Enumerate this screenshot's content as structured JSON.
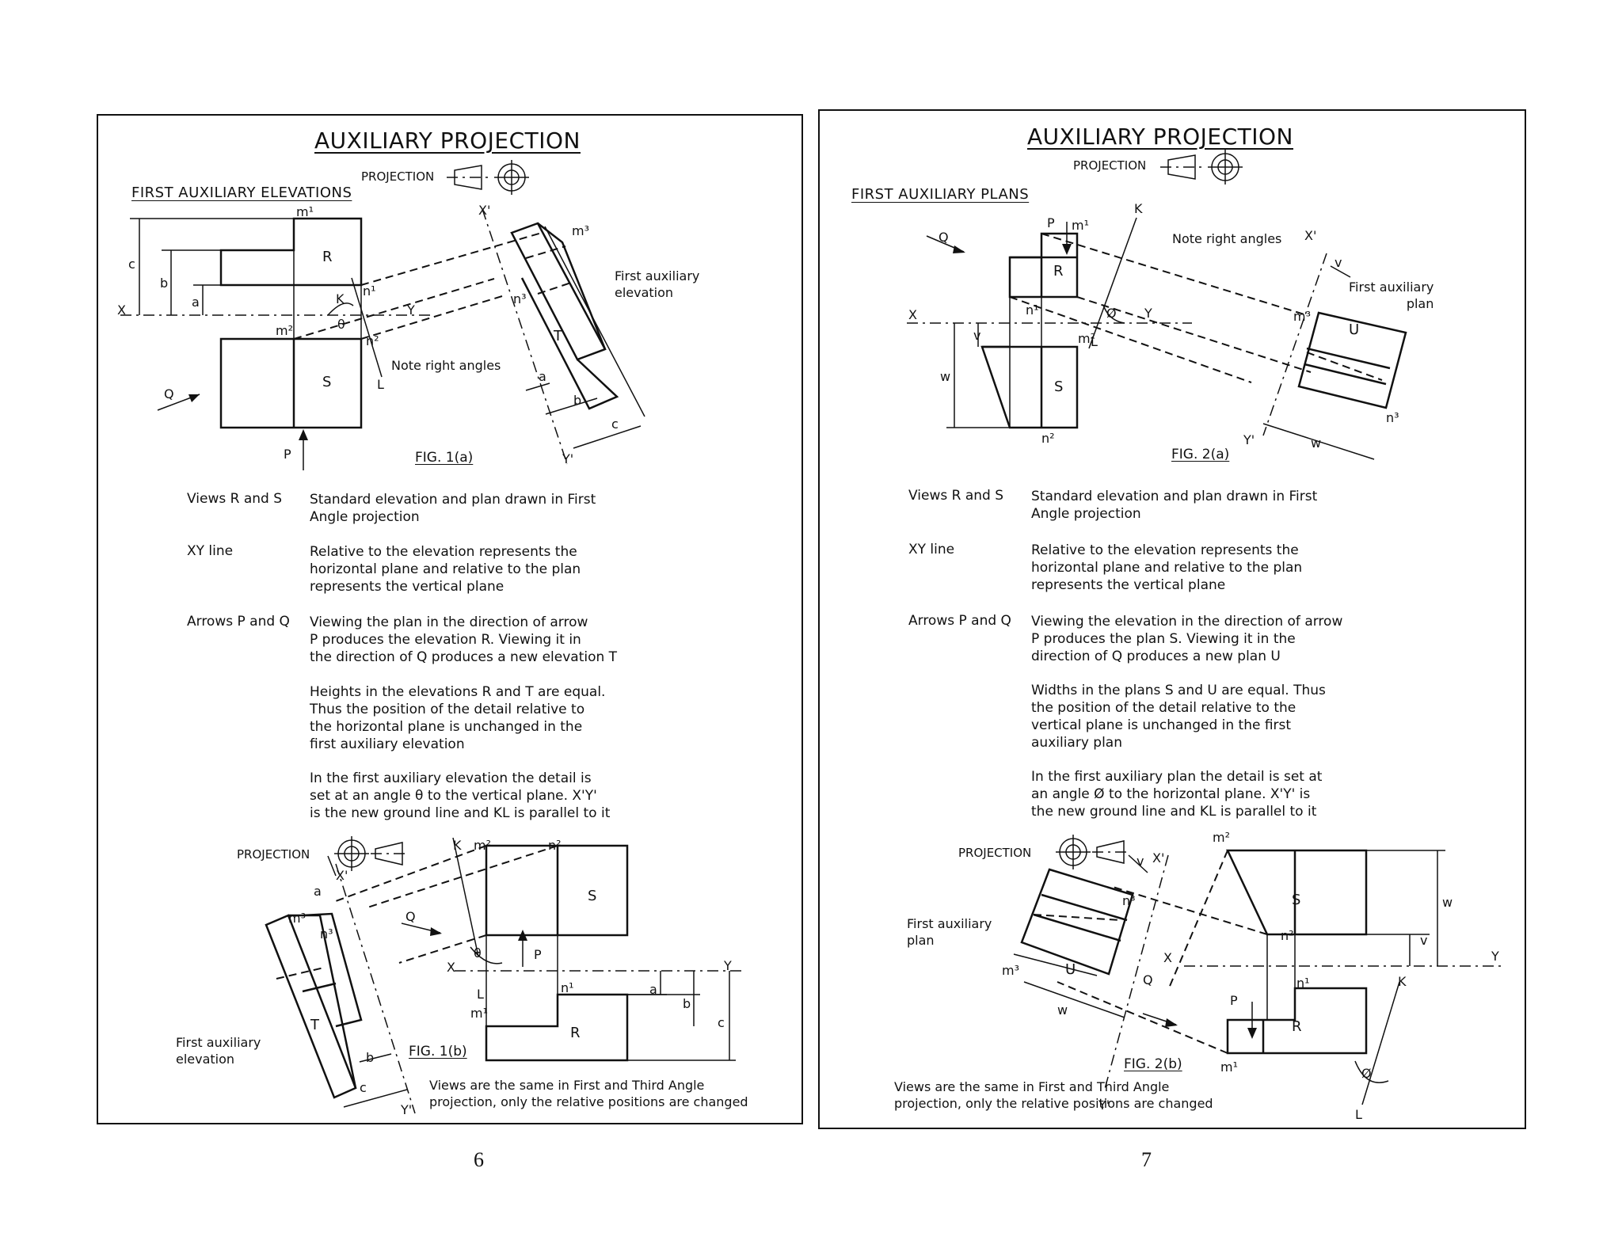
{
  "left": {
    "title": "AUXILIARY PROJECTION",
    "projection_label": "PROJECTION",
    "subtitle": "FIRST AUXILIARY ELEVATIONS",
    "fig_a": "FIG. 1(a)",
    "fig_b": "FIG. 1(b)",
    "aux_label": [
      "First auxiliary",
      "elevation"
    ],
    "note": "Note right angles",
    "view_letters": {
      "R": "R",
      "S": "S",
      "T": "T",
      "P": "P",
      "Q": "Q",
      "K": "K",
      "L": "L",
      "X": "X",
      "Y": "Y",
      "Xp": "X'",
      "Yp": "Y'",
      "theta": "θ"
    },
    "dims": {
      "a": "a",
      "b": "b",
      "c": "c"
    },
    "points": {
      "m1": "m¹",
      "n1": "n¹",
      "m2": "m²",
      "n2": "n²",
      "m3": "m³",
      "n3": "n³"
    },
    "descriptions": [
      {
        "term": "Views R and S",
        "lines": [
          "Standard elevation and plan drawn in First",
          "Angle projection"
        ]
      },
      {
        "term": "XY line",
        "lines": [
          "Relative to the elevation represents the",
          "horizontal plane and relative to the plan",
          "represents the vertical plane"
        ]
      },
      {
        "term": "Arrows P and Q",
        "lines": [
          "Viewing the plan in the direction of arrow",
          "P produces the elevation R. Viewing it in",
          "the direction of Q produces a new elevation T"
        ]
      },
      {
        "term": "",
        "lines": [
          "Heights in the elevations R and T are equal.",
          "Thus the position of the detail relative to",
          "the horizontal plane is unchanged in the",
          "first auxiliary elevation"
        ]
      },
      {
        "term": "",
        "lines": [
          "In the first auxiliary elevation the detail is",
          "set at an angle θ to the vertical plane. X'Y'",
          "is the new ground line and KL is parallel to it"
        ]
      }
    ],
    "footer_note": [
      "Views are the same in First and Third Angle",
      "projection, only the relative positions are changed"
    ],
    "page_number": "6"
  },
  "right": {
    "title": "AUXILIARY PROJECTION",
    "projection_label": "PROJECTION",
    "subtitle": "FIRST AUXILIARY PLANS",
    "fig_a": "FIG. 2(a)",
    "fig_b": "FIG. 2(b)",
    "aux_label": [
      "First auxiliary",
      "plan"
    ],
    "note": "Note right angles",
    "view_letters": {
      "R": "R",
      "S": "S",
      "U": "U",
      "P": "P",
      "Q": "Q",
      "K": "K",
      "L": "L",
      "X": "X",
      "Y": "Y",
      "Xp": "X'",
      "Yp": "Y'",
      "phi": "Ø"
    },
    "dims": {
      "v": "v",
      "w": "w"
    },
    "points": {
      "m1": "m¹",
      "n1": "n¹",
      "m2": "m²",
      "n2": "n²",
      "m3": "m³",
      "n3": "n³"
    },
    "descriptions": [
      {
        "term": "Views R and S",
        "lines": [
          "Standard elevation and plan drawn in First",
          "Angle projection"
        ]
      },
      {
        "term": "XY line",
        "lines": [
          "Relative to the elevation represents the",
          "horizontal plane and relative to the plan",
          "represents the vertical plane"
        ]
      },
      {
        "term": "Arrows P and Q",
        "lines": [
          "Viewing the elevation in the direction of arrow",
          "P produces the plan S. Viewing it in the",
          "direction of Q produces a new plan U"
        ]
      },
      {
        "term": "",
        "lines": [
          "Widths in the plans S and U are equal. Thus",
          "the position of the detail relative to the",
          "vertical plane is unchanged in the first",
          "auxiliary plan"
        ]
      },
      {
        "term": "",
        "lines": [
          "In the first auxiliary plan the detail is set at",
          "an angle Ø to the horizontal plane. X'Y' is",
          "the new ground line and KL is parallel to it"
        ]
      }
    ],
    "footer_note": [
      "Views are the same in First and Third Angle",
      "projection, only the relative positions are changed"
    ],
    "page_number": "7"
  }
}
